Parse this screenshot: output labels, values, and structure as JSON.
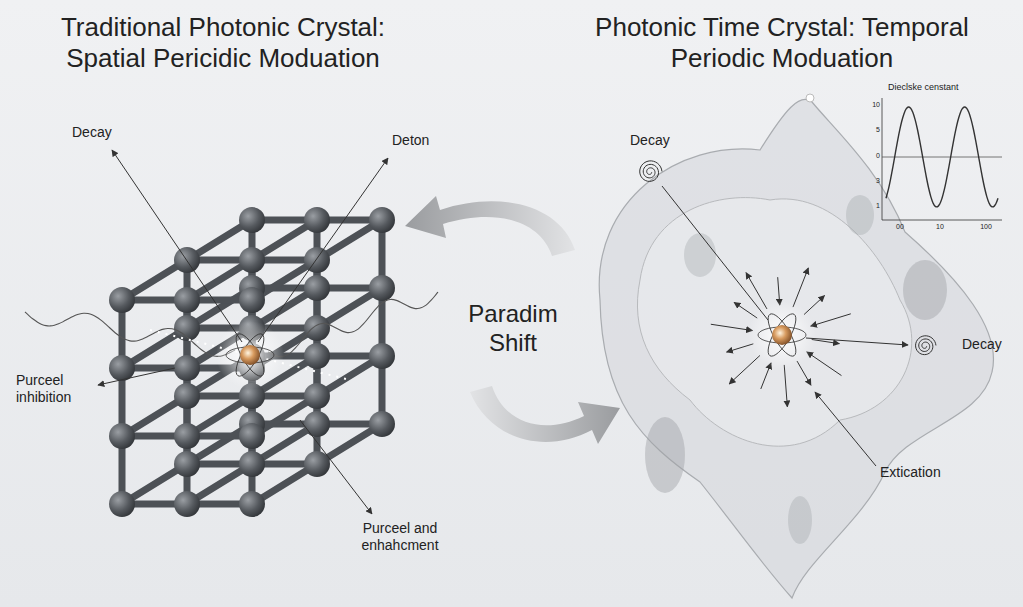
{
  "diagram": {
    "labels": [
      "Traditional Photonic Crystal: Spatial Pericidic Moduation",
      "Photonic Time Crystal: Temporal Periodic Moduation",
      "Paradim Shift",
      "Decay",
      "Deton",
      "Purceel inhibition",
      "Purceel and enhahcment",
      "Decay",
      "Decay",
      "Extication",
      "Dieclske censtant",
      "10",
      "5",
      "0",
      "3",
      "1",
      "00",
      "10",
      "100"
    ]
  }
}
